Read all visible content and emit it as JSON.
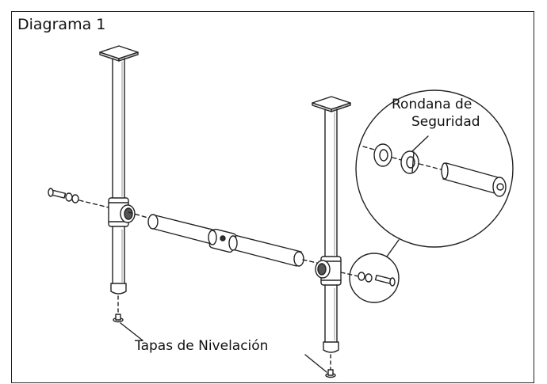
{
  "diagram": {
    "title": "Diagrama 1",
    "callouts": {
      "lock_washer_line1": "Rondana de",
      "lock_washer_line2": "Seguridad",
      "leveler_caps": "Tapas de Nivelación"
    },
    "colors": {
      "stroke": "#222222",
      "fill": "#ffffff",
      "shade": "#bdbdbd"
    }
  }
}
